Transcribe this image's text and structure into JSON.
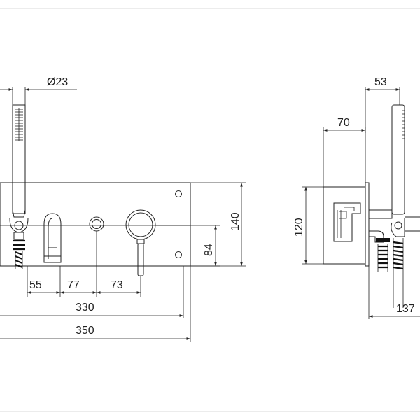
{
  "front_view": {
    "dim_diameter": "Ø23",
    "dim_55": "55",
    "dim_77": "77",
    "dim_73": "73",
    "dim_330": "330",
    "dim_350": "350",
    "dim_140": "140",
    "dim_84": "84"
  },
  "side_view": {
    "dim_53": "53",
    "dim_70": "70",
    "dim_120": "120",
    "dim_137": "137"
  },
  "colors": {
    "line": "#222222",
    "frame": "#d8d8d8",
    "background": "#ffffff"
  }
}
